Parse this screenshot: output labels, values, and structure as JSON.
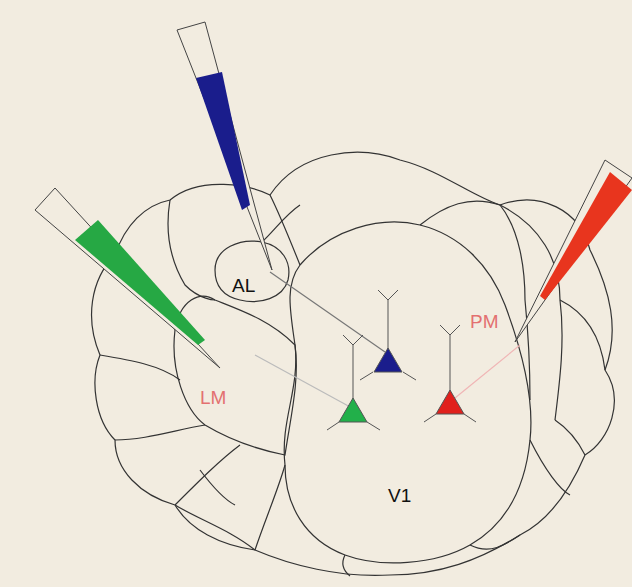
{
  "diagram": {
    "labels": [
      "AL",
      "LM",
      "PM",
      "V1"
    ]
  }
}
